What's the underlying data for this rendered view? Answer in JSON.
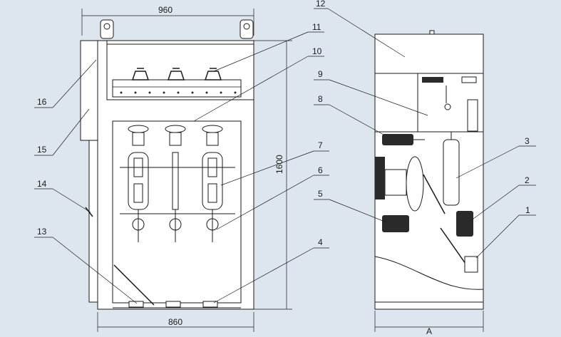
{
  "dimensions": {
    "top_width": "960",
    "bottom_width": "860",
    "height": "1600",
    "side_depth": "A"
  },
  "callouts": [
    "1",
    "2",
    "3",
    "4",
    "5",
    "6",
    "7",
    "8",
    "9",
    "10",
    "11",
    "12",
    "13",
    "14",
    "15",
    "16"
  ],
  "colors": {
    "background": "#dde6ef",
    "line": "#1a1a1a",
    "panel": "#ffffff"
  }
}
